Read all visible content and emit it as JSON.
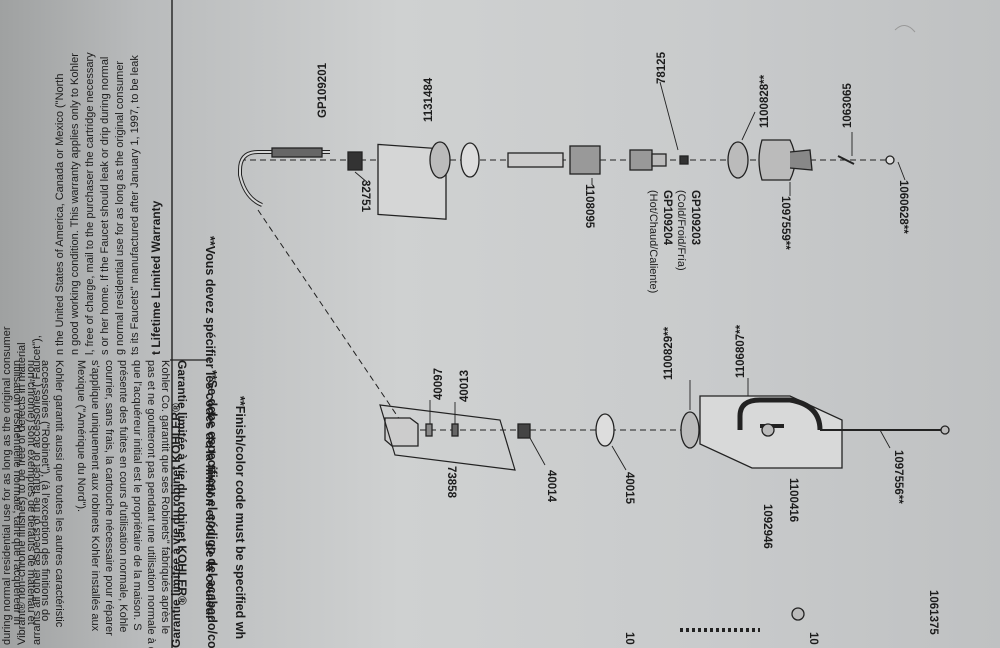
{
  "warranty_en": {
    "title": "t Lifetime Limited Warranty",
    "lines": [
      "ts its Faucets\" manufactured after January 1, 1997, to be leak",
      "g normal residential use for as long as the original consumer",
      "s or her home. If the Faucet should leak or drip during normal",
      "l, free of charge, mail to the purchaser the cartridge necessary",
      "n good working condition. This warranty applies only to Kohler",
      "n the United States of America, Canada or Mexico (\"North"
    ],
    "lines2": [
      "arrants all other aspects of the faucet or accessories (\"Faucet\"),",
      "Vibrant® non-chrome finishes) to be free of defects in material",
      "during normal residential use for as long as the original consumer"
    ]
  },
  "warranty_fr": {
    "title": "Garantie limitée à vie du robinet KOHLER®",
    "lines": [
      "Kohler Co. garantit que ses Robinets\" fabriqués après le",
      "pas et ne goutteront pas pendant une utilisation normale à d",
      "que l'acquéreur initial est le propriétaire de la maison. S",
      "présente des fuites en cours d'utilisation normale, Kohle",
      "courrier, sans frais, la cartouche nécessaire pour réparer",
      "s'applique uniquement aux robinets Kohler installés aux",
      "Mexique (\"Amérique du Nord\")."
    ],
    "lines2": [
      "Kohler garantit aussi que toutes les autres caractéristic",
      "accessoires (\"Robinet\"), (à l'exception des finitions do",
      "non-chrome) sont exemptes de défauts de matériau et",
      "utilisation résidentielle normale, tant que l'acquéreur in"
    ]
  },
  "parts": {
    "p1063065": "1063065",
    "p1100828": "1100828**",
    "p78125": "78125",
    "p1131484": "1131484",
    "pGP109201": "GP109201",
    "p1060628": "1060628**",
    "p1097559": "1097559**",
    "p1108095": "1108095",
    "p32751": "32751",
    "pGP109203": "GP109203",
    "gp109203_desc": "(Cold/Froid/Fría)",
    "pGP109204": "GP109204",
    "gp109204_desc": "(Hot/Chaud/Caliente)",
    "p1106807": "1106807**",
    "p1100829": "1100829**",
    "p40013": "40013",
    "p40097": "40097",
    "p1097556": "1097556**",
    "p1100416": "1100416",
    "p1092946": "1092946",
    "p40015": "40015",
    "p40014": "40014",
    "p73858": "73858",
    "p1061375": "1061375",
    "p10x_a": "10",
    "p10x_b": "10"
  },
  "notes": {
    "vous": "**Vous devez spécifier les codes de la finition et/ou de la couleur",
    "finish": "**Finish/color code must be specified wh",
    "se": "**Se debe especificar el código del acabado/co"
  }
}
